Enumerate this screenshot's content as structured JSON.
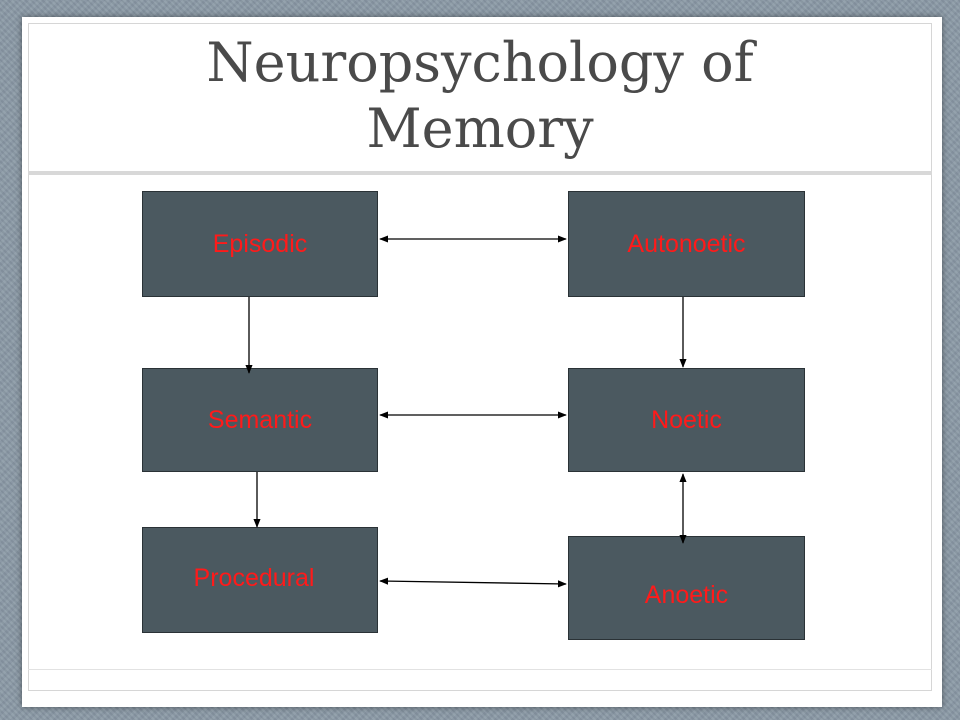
{
  "slide": {
    "title": "Neuropsychology of Memory"
  },
  "nodes": {
    "episodic": "Episodic",
    "semantic": "Semantic",
    "procedural": "Procedural",
    "autonoetic": "Autonoetic",
    "noetic": "Noetic",
    "anoetic": "Anoetic"
  },
  "colors": {
    "node_fill": "#4b5960",
    "label_text": "#ff1a1a",
    "title_text": "#4a4a4a",
    "frame": "#8a99a6"
  }
}
